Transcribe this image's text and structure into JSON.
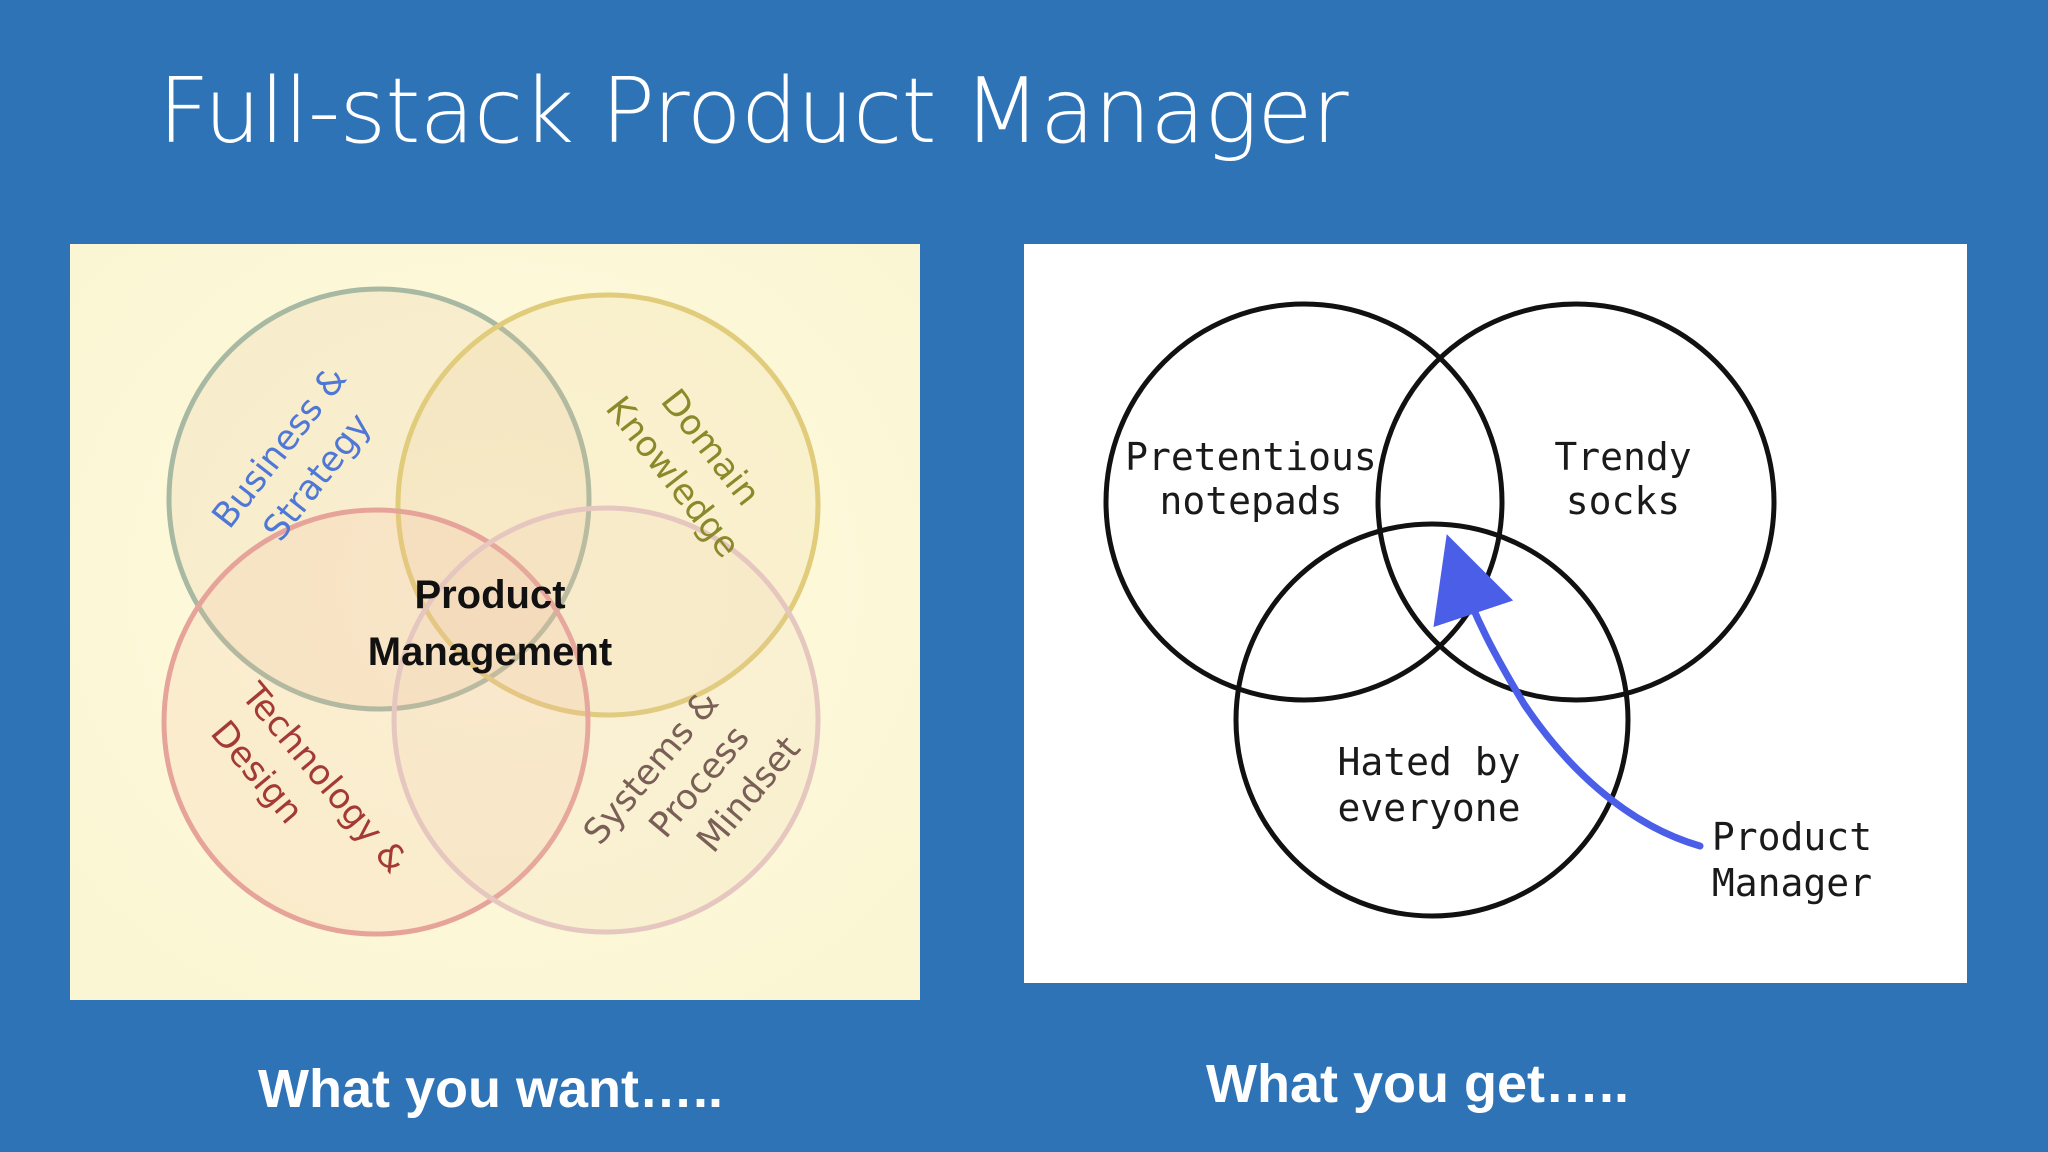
{
  "slide": {
    "title": "Full-stack Product Manager"
  },
  "left_diagram": {
    "center_label_line1": "Product",
    "center_label_line2": "Management",
    "circles": {
      "business": {
        "line1": "Business &",
        "line2": "Strategy",
        "color": "#4f78d6"
      },
      "domain": {
        "line1": "Domain",
        "line2": "Knowledge",
        "color": "#8a8a2a"
      },
      "technology": {
        "line1": "Technology &",
        "line2": "Design",
        "color": "#a33a36"
      },
      "systems": {
        "line1": "Systems &",
        "line2": "Process",
        "line3": "Mindset",
        "color": "#7a5f57"
      }
    },
    "background": "#fdf9dc"
  },
  "right_diagram": {
    "circle_top_left": {
      "line1": "Pretentious",
      "line2": "notepads"
    },
    "circle_top_right": {
      "line1": "Trendy",
      "line2": "socks"
    },
    "circle_bottom": {
      "line1": "Hated by",
      "line2": "everyone"
    },
    "pointer": {
      "line1": "Product",
      "line2": "Manager",
      "color": "#4a5ee8"
    }
  },
  "captions": {
    "left": "What you want…..",
    "right": "What you get….."
  }
}
